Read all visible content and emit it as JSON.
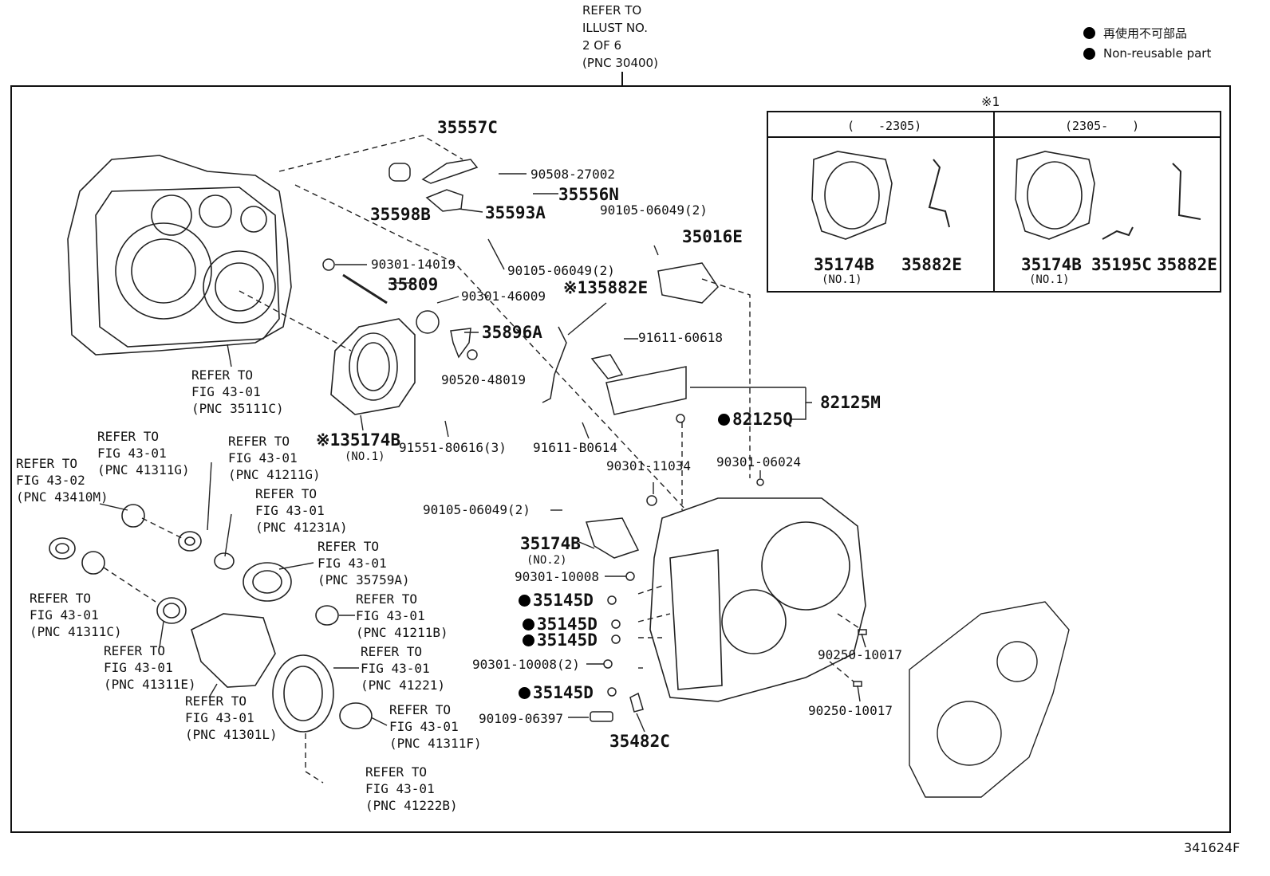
{
  "top_ref": "REFER TO\nILLUST NO.\n2 OF 6\n(PNC 30400)",
  "legend": {
    "jp": "再使用不可部品",
    "en": "Non-reusable part"
  },
  "diagram_id": "341624F",
  "inset": {
    "mark": "※1",
    "col1_header": "(　　-2305)",
    "col2_header": "(2305-　　)",
    "col1_parts": [
      "35174B",
      "35882E"
    ],
    "col1_sub": "(NO.1)",
    "col2_parts": [
      "35174B",
      "35195C",
      "35882E"
    ],
    "col2_sub": "(NO.1)"
  },
  "parts": {
    "p35557C": "35557C",
    "p90508": "90508-27002",
    "p35556N": "35556N",
    "p35598B": "35598B",
    "p35593A": "35593A",
    "p90105a": "90105-06049(2)",
    "p35016E": "35016E",
    "p90105b": "90105-06049(2)",
    "p90301_14019": "90301-14019",
    "p35809": "35809",
    "p90301_46009": "90301-46009",
    "p35882E": "※135882E",
    "p35896A": "35896A",
    "p91611_60618": "91611-60618",
    "p90520": "90520-48019",
    "p82125M": "82125M",
    "p82125Q": "82125Q",
    "p91611_B0614": "91611-B0614",
    "p91551": "91551-80616(3)",
    "p35174B_main": "※135174B",
    "p35174B_no1": "(NO.1)",
    "p90301_11034": "90301-11034",
    "p90301_06024": "90301-06024",
    "p90105c": "90105-06049(2)",
    "p35174B_2": "35174B",
    "p35174B_no2": "(NO.2)",
    "p90301_10008": "90301-10008",
    "p35145D_1": "35145D",
    "p35145D_2": "35145D",
    "p35145D_3": "35145D",
    "p90301_10008_2": "90301-10008(2)",
    "p35145D_4": "35145D",
    "p90109": "90109-06397",
    "p35482C": "35482C",
    "p90250_a": "90250-10017",
    "p90250_b": "90250-10017"
  },
  "refs": {
    "r35111C": "REFER TO\nFIG 43-01\n(PNC 35111C)",
    "r43410M": "REFER TO\nFIG 43-02\n(PNC 43410M)",
    "r41311G": "REFER TO\nFIG 43-01\n(PNC 41311G)",
    "r41211G": "REFER TO\nFIG 43-01\n(PNC 41211G)",
    "r41231A": "REFER TO\nFIG 43-01\n(PNC 41231A)",
    "r35759A": "REFER TO\nFIG 43-01\n(PNC 35759A)",
    "r41311C": "REFER TO\nFIG 43-01\n(PNC 41311C)",
    "r41211B": "REFER TO\nFIG 43-01\n(PNC 41211B)",
    "r41311E": "REFER TO\nFIG 43-01\n(PNC 41311E)",
    "r41221": "REFER TO\nFIG 43-01\n(PNC 41221)",
    "r41301L": "REFER TO\nFIG 43-01\n(PNC 41301L)",
    "r41311F": "REFER TO\nFIG 43-01\n(PNC 41311F)",
    "r41222B": "REFER TO\nFIG 43-01\n(PNC 41222B)"
  }
}
